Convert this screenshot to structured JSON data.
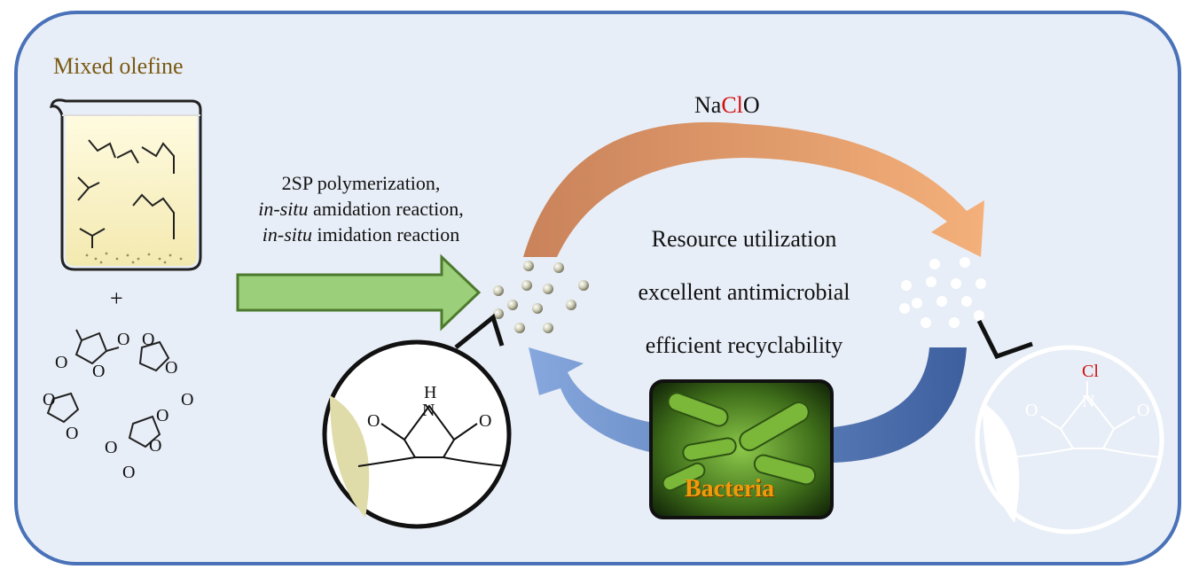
{
  "title": "Mixed olefine",
  "plus": "+",
  "process": {
    "line1": "2SP polymerization,",
    "line2_italic": "in-situ",
    "line2_rest": " amidation reaction,",
    "line3_italic": "in-situ",
    "line3_rest": " imidation reaction"
  },
  "reagent": {
    "prefix": "Na",
    "highlight": "Cl",
    "suffix": "O"
  },
  "features": [
    "Resource utilization",
    "excellent antimicrobial",
    "efficient recyclability"
  ],
  "bacteria_label": "Bacteria",
  "left_structure_atoms": {
    "h": "H",
    "n": "N",
    "o1": "O",
    "o2": "O"
  },
  "right_structure_atoms": {
    "cl": "Cl",
    "n": "N",
    "o1": "O",
    "o2": "O"
  },
  "anhydride_atoms": {
    "o": "O"
  },
  "colors": {
    "border": "#4a72b8",
    "background": "#e8eef7",
    "title": "#7a5a12",
    "reagent_highlight": "#d01010",
    "green_arrow": "#9ccf7a",
    "orange_arrow": "#e89a62",
    "blue_arrow": "#5b86c8",
    "bacteria_label": "#f29b0a"
  }
}
